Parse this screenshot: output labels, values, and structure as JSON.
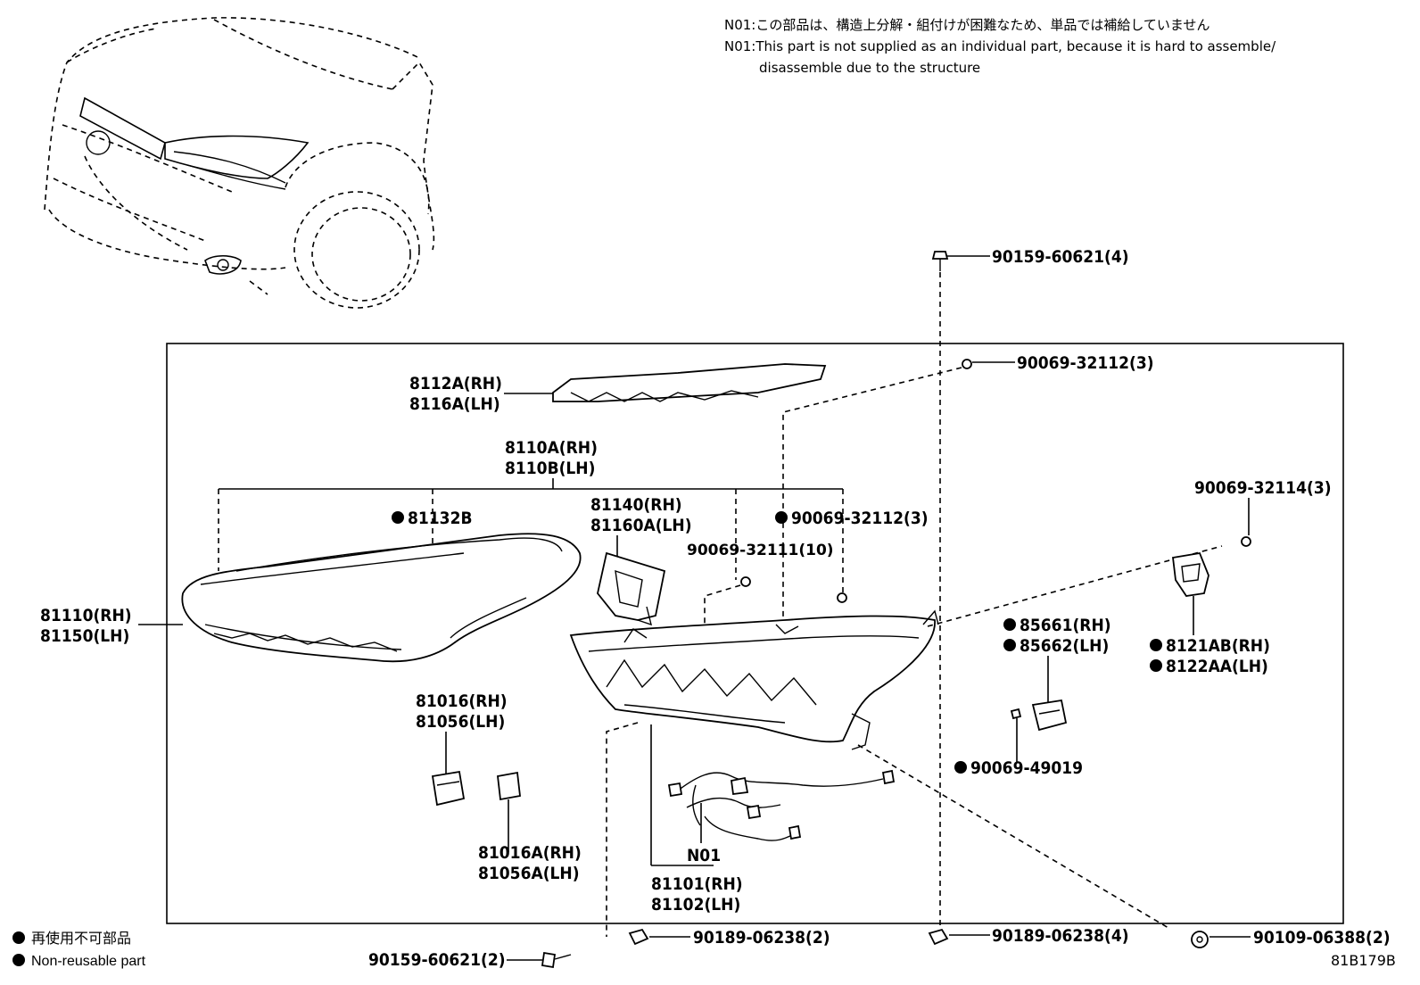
{
  "notes": {
    "line1": "N01:この部品は、構造上分解・組付けが困難なため、単品では補給していません",
    "line2": "N01:This part is not supplied as an individual part, because it is hard to assemble/",
    "line3": "disassemble due to the structure"
  },
  "legend": {
    "jp": "再使用不可部品",
    "en": "Non-reusable part"
  },
  "figure_code": "81B179B",
  "parts": {
    "p_90159_60621_4": "90159-60621(4)",
    "p_90069_32112_3_top": "90069-32112(3)",
    "p_8112A": "8112A(RH)",
    "p_8116A": "8116A(LH)",
    "p_8110A": "8110A(RH)",
    "p_8110B": "8110B(LH)",
    "p_81132B": "81132B",
    "p_81140": "81140(RH)",
    "p_81160A": "81160A(LH)",
    "p_90069_32112_3_mid": "90069-32112(3)",
    "p_90069_32111": "90069-32111(10)",
    "p_90069_32114": "90069-32114(3)",
    "p_81110": "81110(RH)",
    "p_81150": "81150(LH)",
    "p_85661": "85661(RH)",
    "p_85662": "85662(LH)",
    "p_8121AB": "8121AB(RH)",
    "p_8122AA": "8122AA(LH)",
    "p_81016": "81016(RH)",
    "p_81056": "81056(LH)",
    "p_90069_49019": "90069-49019",
    "p_81016A": "81016A(RH)",
    "p_81056A": "81056A(LH)",
    "p_N01": "N01",
    "p_81101": "81101(RH)",
    "p_81102": "81102(LH)",
    "p_90159_60621_2": "90159-60621(2)",
    "p_90189_06238_2": "90189-06238(2)",
    "p_90189_06238_4": "90189-06238(4)",
    "p_90109_06388_2": "90109-06388(2)"
  }
}
